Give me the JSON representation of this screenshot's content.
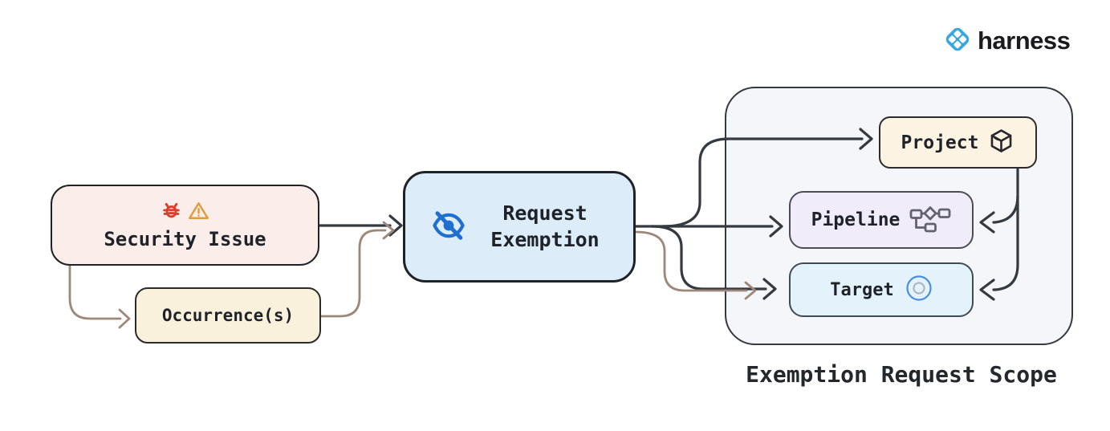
{
  "logo": {
    "brand": "harness"
  },
  "nodes": {
    "security_issue": {
      "label": "Security Issue"
    },
    "occurrences": {
      "label": "Occurrence(s)"
    },
    "request_exemption": {
      "label": "Request Exemption"
    },
    "project": {
      "label": "Project"
    },
    "pipeline": {
      "label": "Pipeline"
    },
    "target": {
      "label": "Target"
    }
  },
  "scope": {
    "title": "Exemption Request Scope"
  },
  "icons": {
    "security_issue": [
      "bug-icon",
      "warning-icon"
    ],
    "request_exemption": "eye-off-icon",
    "project": "package-icon",
    "pipeline": "flowchart-icon",
    "target": "target-icon",
    "logo": "harness-logo-icon"
  },
  "colors": {
    "arrow_dark": "#343a40",
    "arrow_brown": "#9c8779",
    "bug_red": "#d5422e",
    "warning_orange": "#e09c3f",
    "eye_blue": "#1f6fce",
    "harness_blue": "#35a7e2",
    "security_fill": "#fbeeea",
    "occurrence_fill": "#f9f1dc",
    "request_fill": "#dcecf8",
    "scope_fill": "#f4f6f9",
    "project_fill": "#fcf3e2",
    "pipeline_fill": "#f0ecfa",
    "target_fill": "#e4f2fb"
  }
}
